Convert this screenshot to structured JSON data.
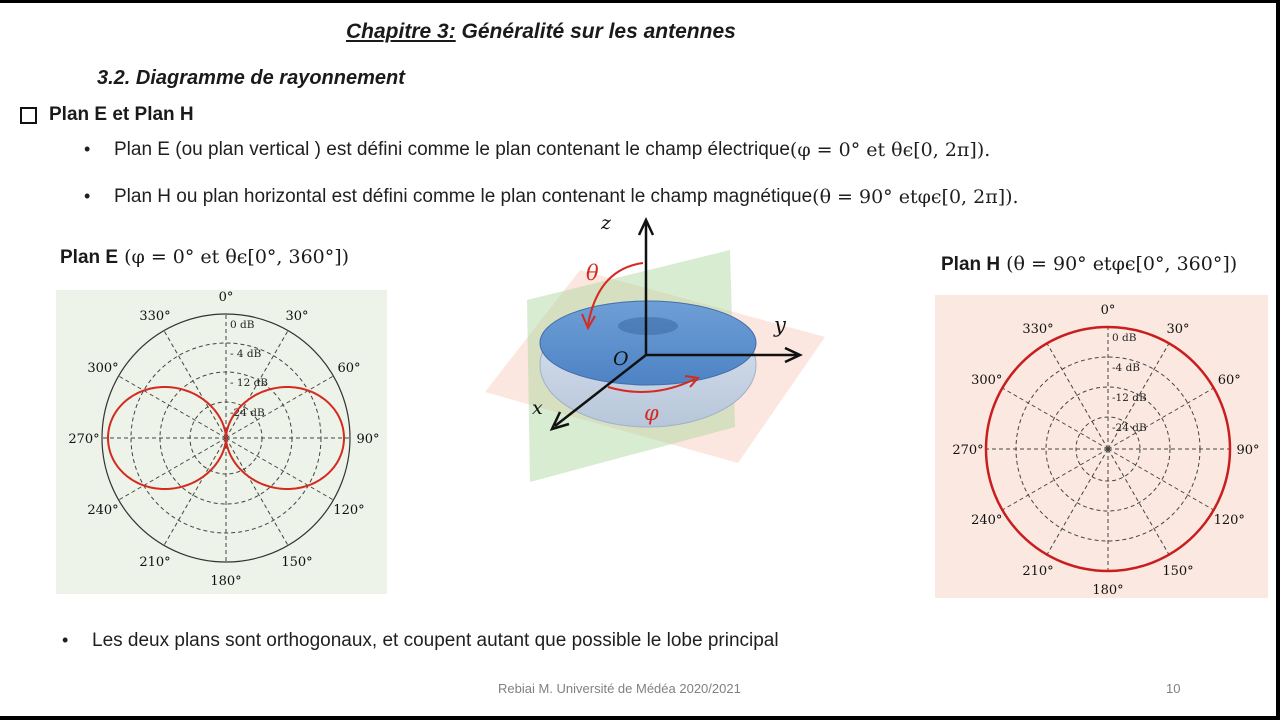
{
  "chapter": {
    "prefix": "Chapitre 3:",
    "title": " Généralité sur les antennes"
  },
  "section": {
    "title": "3.2. Diagramme de rayonnement"
  },
  "heading": {
    "text": "Plan E et Plan H"
  },
  "bullets": [
    {
      "text": "Plan E  (ou plan vertical ) est défini comme le plan contenant le champ électrique",
      "math": "(φ = 0° et  θϵ[0, 2π])."
    },
    {
      "text": "Plan H  ou  plan horizontal est défini comme le plan contenant le champ magnétique ",
      "math": "(θ = 90° etφϵ[0, 2π])."
    },
    {
      "text": "Les deux plans sont orthogonaux, et coupent autant que possible le lobe principal"
    }
  ],
  "plan_e": {
    "label": "Plan E",
    "condition": "(φ = 0° et  θϵ[0°, 360°])",
    "angles": [
      "0°",
      "30°",
      "60°",
      "90°",
      "120°",
      "150°",
      "180°",
      "210°",
      "240°",
      "270°",
      "300°",
      "330°"
    ],
    "rings": [
      "0 dB",
      "- 4 dB",
      "- 12 dB",
      "-24 dB"
    ],
    "background": "#edf3e8",
    "curve_color": "#d42a1f"
  },
  "plan_h": {
    "label": "Plan H",
    "condition": "(θ = 90° etφϵ[0°, 360°])",
    "angles": [
      "0°",
      "30°",
      "60°",
      "90°",
      "120°",
      "150°",
      "180°",
      "210°",
      "240°",
      "270°",
      "300°",
      "330°"
    ],
    "rings": [
      "0 dB",
      "-4 dB",
      "-12 dB",
      "-24 dB"
    ],
    "background": "#fbe9e1",
    "curve_color": "#c81e1e"
  },
  "diagram_3d": {
    "axis_z": "z",
    "axis_y": "y",
    "axis_x": "x",
    "origin": "O",
    "theta": "θ",
    "phi": "φ"
  },
  "footer": {
    "text": "Rebiai M. Université de Médéa  2020/2021",
    "page": "10"
  }
}
